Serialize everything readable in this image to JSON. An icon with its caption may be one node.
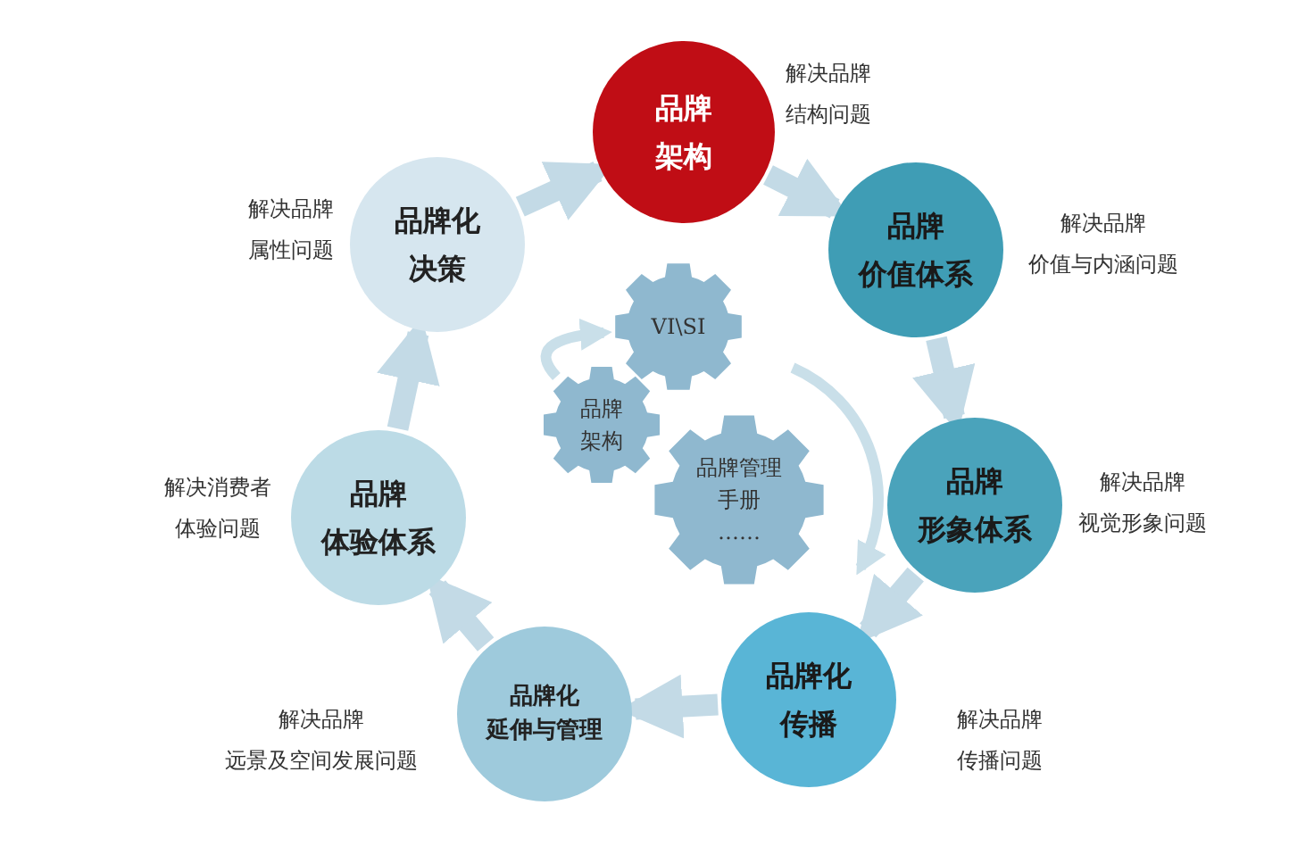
{
  "diagram": {
    "nodes": [
      {
        "text": [
          "品牌架构"
        ],
        "beside": [
          "解决品牌结构问题"
        ]
      },
      {
        "text": [
          "品牌化决策"
        ],
        "beside": [
          "解决品牌属性问题"
        ]
      },
      {
        "text": [
          "品牌价值体系"
        ],
        "beside": [
          "解决品牌价值与内涵问题"
        ]
      },
      {
        "text": [
          "VI\\SI"
        ]
      },
      {
        "text": [
          "品牌架构"
        ]
      },
      {
        "text": [
          "品牌体验体系"
        ],
        "beside": [
          "解决消费者体验问题"
        ]
      },
      {
        "text": [
          "品牌管理手册",
          "……"
        ]
      },
      {
        "text": [
          "品牌形象体系"
        ],
        "beside": [
          "解决品牌视觉形象问题"
        ]
      },
      {
        "text": [
          "品牌化延伸与管理"
        ],
        "beside": [
          "解决品牌远景及空间发展问题"
        ]
      },
      {
        "text": [
          "品牌化传播"
        ],
        "beside": [
          "解决品牌传播问题"
        ]
      }
    ],
    "edges": [
      {
        "from": 1,
        "to": 0,
        "arrow": "to"
      },
      {
        "from": 0,
        "to": 2,
        "arrow": "to"
      },
      {
        "from": 2,
        "to": 7,
        "arrow": "to"
      },
      {
        "from": 7,
        "to": 9,
        "arrow": "to"
      },
      {
        "from": 9,
        "to": 8,
        "arrow": "to"
      },
      {
        "from": 8,
        "to": 5,
        "arrow": "to"
      },
      {
        "from": 5,
        "to": 1,
        "arrow": "to"
      },
      {
        "from": 4,
        "to": 3,
        "arrow": "to"
      }
    ]
  }
}
